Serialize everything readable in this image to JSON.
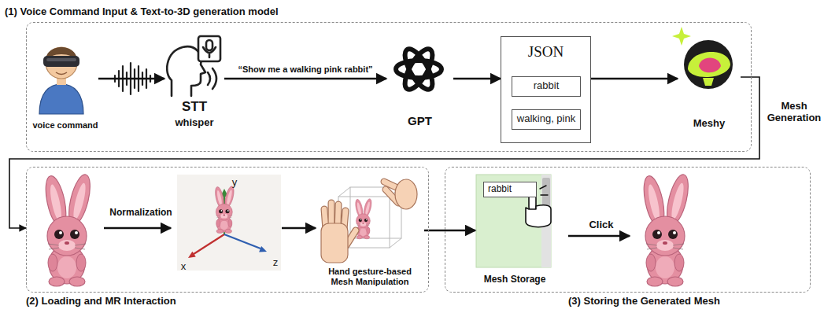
{
  "diagram": {
    "nodes": [
      {
        "text": [
          "(1) Voice Command Input & Text-to-3D generation model"
        ]
      },
      {
        "text": [
          "voice command"
        ],
        "in": 0
      },
      {
        "text": [
          "STT",
          "whisper"
        ],
        "in": 0
      },
      {
        "text": [
          "GPT"
        ],
        "in": 0
      },
      {
        "text": [
          "JSON"
        ],
        "in": 0
      },
      {
        "text": [
          "rabbit"
        ],
        "in": 4
      },
      {
        "text": [
          "walking, pink"
        ],
        "in": 4
      },
      {
        "text": [
          "Meshy"
        ],
        "in": 0
      },
      {
        "text": [
          "(2) Loading and MR Interaction"
        ]
      },
      {
        "text": [
          "y",
          "x",
          "z"
        ],
        "in": 8
      },
      {
        "text": [
          "Hand gesture-based Mesh Manipulation"
        ],
        "in": 8
      },
      {
        "text": [
          "(3) Storing the Generated Mesh"
        ]
      },
      {
        "text": [
          "Mesh Storage"
        ],
        "in": 11
      },
      {
        "text": [
          "rabbit"
        ],
        "in": 12
      }
    ],
    "edges": [
      {
        "from": 1,
        "to": 2,
        "arrow": "to"
      },
      {
        "from": 2,
        "to": 3,
        "label": "“Show me a walking pink rabbit”",
        "arrow": "to"
      },
      {
        "from": 3,
        "to": 4,
        "arrow": "to"
      },
      {
        "from": 4,
        "to": 7,
        "arrow": "to"
      },
      {
        "from": 7,
        "to": 8,
        "label": "Mesh Generation",
        "arrow": "to"
      },
      {
        "from": 9,
        "to": 10,
        "arrow": "to"
      },
      {
        "from": 10,
        "to": 12,
        "arrow": "to"
      }
    ],
    "labels": [
      "Normalization",
      "Click"
    ]
  }
}
